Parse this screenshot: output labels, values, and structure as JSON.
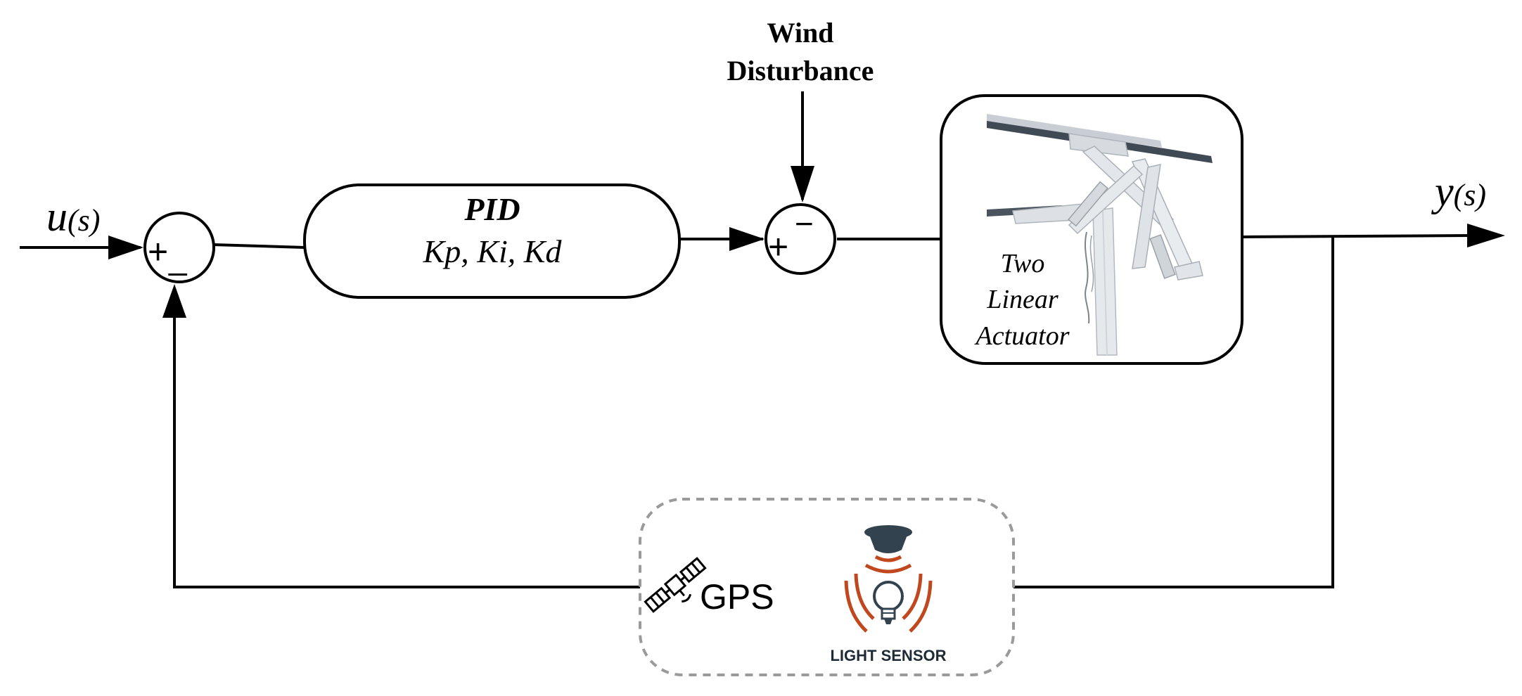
{
  "input_signal": {
    "main": "u",
    "arg": "(s)"
  },
  "output_signal": {
    "main": "y",
    "arg": "(s)"
  },
  "sum1": {
    "plus": "+",
    "minus": "_"
  },
  "sum2": {
    "plus": "+",
    "minus": "−"
  },
  "pid_block": {
    "title": "PID",
    "gains": "Kp, Ki, Kd"
  },
  "disturbance": {
    "line1": "Wind",
    "line2": "Disturbance"
  },
  "actuator_block": {
    "line1": "Two",
    "line2": "Linear",
    "line3": "Actuator"
  },
  "sensors": {
    "gps_label": "GPS",
    "light_label": "LIGHT SENSOR"
  },
  "colors": {
    "line": "#000000",
    "dashed_border": "#9a9a9a",
    "sensor_wave": "#c0471e",
    "sensor_head": "#33424f",
    "actuator_metal": "#e3e6ea"
  }
}
